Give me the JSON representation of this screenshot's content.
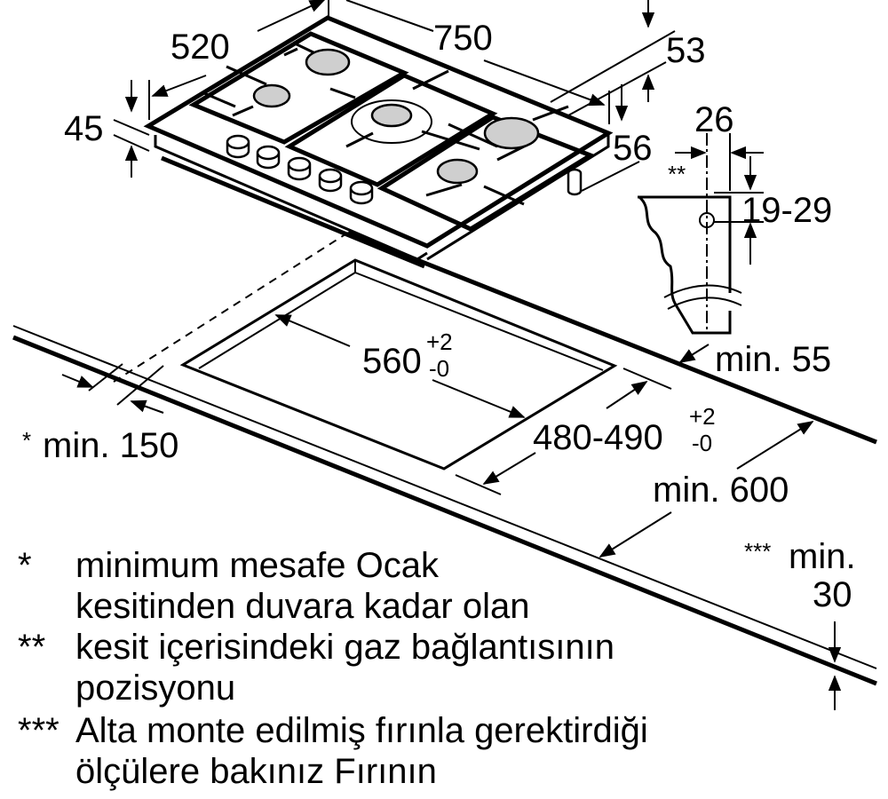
{
  "dimensions": {
    "depth": "520",
    "width": "750",
    "height_53": "53",
    "height_45": "45",
    "offset_56": "56",
    "gas_offset_26": "26",
    "gas_marker": "**",
    "gas_height": "19-29",
    "cutout_width": {
      "value": "560",
      "tol_plus": "+2",
      "tol_minus": "-0"
    },
    "cutout_depth": {
      "value": "480-490",
      "tol_plus": "+2",
      "tol_minus": "-0"
    },
    "min_back": "min. 55",
    "min_side_star": "*",
    "min_side": "min. 150",
    "min_worktop": "min. 600",
    "min_thickness_star": "***",
    "min_thickness_label": "min.",
    "min_thickness_value": "30"
  },
  "notes": [
    {
      "marker": "*",
      "lines": [
        "minimum mesafe Ocak",
        "kesitinden duvara kadar olan"
      ]
    },
    {
      "marker": "**",
      "lines": [
        "kesit içerisindeki gaz bağlantısının",
        "pozisyonu"
      ]
    },
    {
      "marker": "***",
      "lines": [
        "Alta monte edilmiş fırınla gerektirdiği",
        "ölçülere bakınız Fırının"
      ]
    }
  ]
}
